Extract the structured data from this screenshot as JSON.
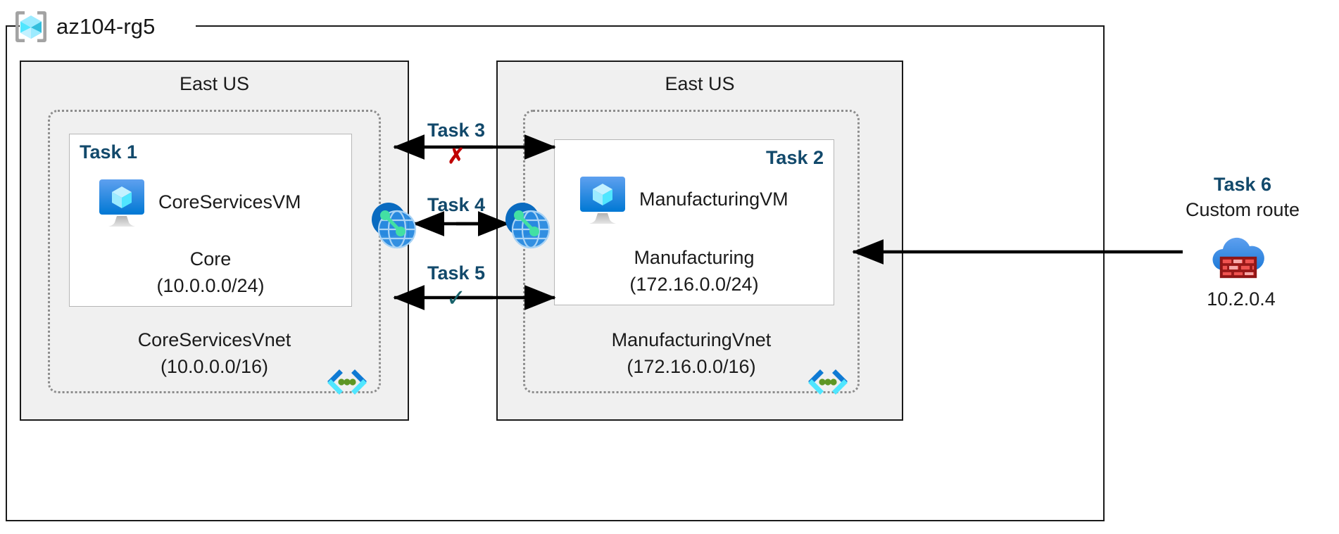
{
  "resource_group": {
    "name": "az104-rg5",
    "icon": "azure-resource-group-icon"
  },
  "regions": [
    {
      "id": "left",
      "title": "East US"
    },
    {
      "id": "right",
      "title": "East US"
    }
  ],
  "vnets": [
    {
      "id": "core",
      "name": "CoreServicesVnet",
      "cidr": "(10.0.0.0/16)",
      "icon": "vnet-icon",
      "subnet": {
        "task": "Task 1",
        "vm_name": "CoreServicesVM",
        "vm_icon": "virtual-machine-icon",
        "subnet_name": "Core",
        "subnet_cidr": "(10.0.0.0/24)"
      }
    },
    {
      "id": "manufacturing",
      "name": "ManufacturingVnet",
      "cidr": "(172.16.0.0/16)",
      "icon": "vnet-icon",
      "subnet": {
        "task": "Task 2",
        "vm_name": "ManufacturingVM",
        "vm_icon": "virtual-machine-icon",
        "subnet_name": "Manufacturing",
        "subnet_cidr": "(172.16.0.0/24)"
      }
    }
  ],
  "connections": [
    {
      "id": "task3",
      "label": "Task 3",
      "marker": "✗",
      "marker_kind": "cross",
      "direction": "bidirectional"
    },
    {
      "id": "task4",
      "label": "Task 4",
      "marker": "",
      "marker_kind": "none",
      "direction": "bidirectional"
    },
    {
      "id": "task5",
      "label": "Task 5",
      "marker": "✓",
      "marker_kind": "checkmark",
      "direction": "bidirectional"
    }
  ],
  "peering": {
    "left_icon": "vnet-peering-icon",
    "right_icon": "vnet-peering-icon"
  },
  "route": {
    "task": "Task 6",
    "title": "Custom route",
    "ip": "10.2.0.4",
    "icon": "firewall-icon"
  },
  "colors": {
    "task_blue": "#12496b",
    "cross_red": "#c00000",
    "check_green": "#17626b",
    "region_fill": "#f0f0f0",
    "vnet_border": "#8d8d8d",
    "subnet_border": "#b6b6b6",
    "azure_blue": "#0078d4",
    "azure_cyan": "#50e6ff"
  }
}
